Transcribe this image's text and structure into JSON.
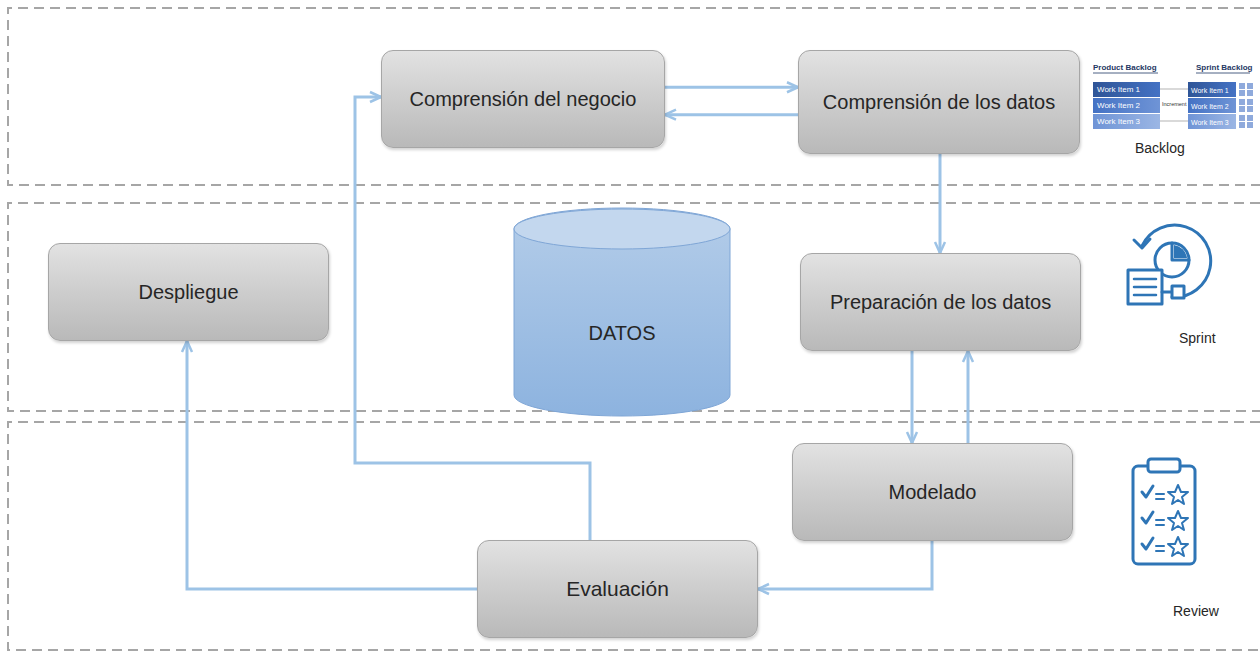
{
  "diagram": {
    "nodes": [
      {
        "text": [
          "Comprensión del negocio"
        ]
      },
      {
        "text": [
          "Comprensión de los datos"
        ]
      },
      {
        "text": [
          "Despliegue"
        ]
      },
      {
        "text": [
          "DATOS"
        ]
      },
      {
        "text": [
          "Preparación de los datos"
        ]
      },
      {
        "text": [
          "Modelado"
        ]
      },
      {
        "text": [
          "Evaluación"
        ]
      }
    ],
    "edges": [
      {
        "from": 0,
        "to": 1,
        "arrow": "to"
      },
      {
        "from": 1,
        "to": 0,
        "arrow": "to"
      },
      {
        "from": 1,
        "to": 4,
        "arrow": "to"
      },
      {
        "from": 4,
        "to": 5,
        "arrow": "to"
      },
      {
        "from": 5,
        "to": 4,
        "arrow": "to"
      },
      {
        "from": 5,
        "to": 6,
        "arrow": "to"
      },
      {
        "from": 6,
        "to": 0,
        "arrow": "to"
      },
      {
        "from": 6,
        "to": 2,
        "arrow": "to"
      }
    ],
    "labels": [
      "Product Backlog",
      "Sprint Backlog",
      "Work Item 1",
      "Work Item 2",
      "Work Item 3",
      "Increment",
      "Work Item 1",
      "Work Item 2",
      "Work Item 3",
      "Backlog",
      "Sprint",
      "Review"
    ]
  }
}
